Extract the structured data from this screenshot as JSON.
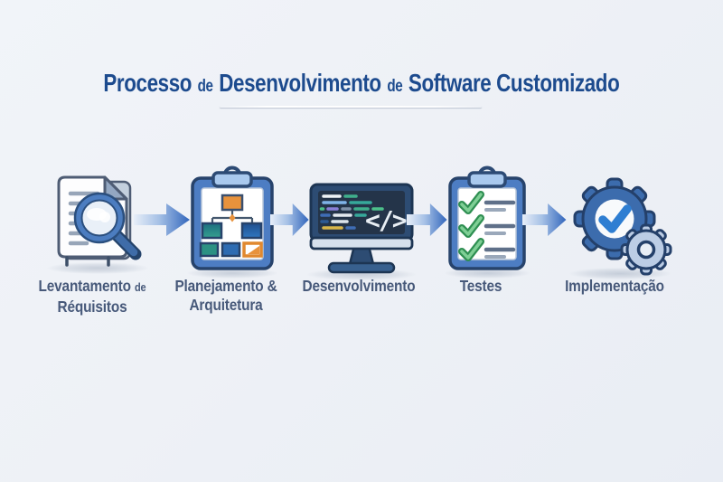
{
  "title": {
    "word1": "Processo",
    "de1": "de",
    "word2": "Desenvolvimento",
    "de2": "de",
    "word3": "Software Customizado",
    "full": "Processo de Desenvolvimento de Software Customizado",
    "color": "#1d4b8e"
  },
  "steps": [
    {
      "line1": "Levantamento",
      "de": "de",
      "line2": "Réquisitos",
      "icon": "document-magnifier-icon"
    },
    {
      "line1": "Planejamento &",
      "line2": "Arquitetura",
      "icon": "clipboard-flowchart-icon"
    },
    {
      "line1": "Desenvolvimento",
      "icon": "monitor-code-icon"
    },
    {
      "line1": "Testes",
      "icon": "clipboard-checklist-icon"
    },
    {
      "line1": "Implementação",
      "icon": "gears-checkmark-icon"
    }
  ],
  "icons": {
    "code_glyph": "</>"
  },
  "colors": {
    "title_blue": "#1d4b8e",
    "label_slate": "#47597a",
    "flow_arrow_blue": "#3266bc",
    "icon_outline_navy": "#24406a",
    "gear_blue": "#3c6cad",
    "clipboard_blue": "#4d7dc3",
    "clip_light_blue": "#a9c9ee",
    "flow_orange": "#e8923c",
    "flow_teal": "#2c9183",
    "flow_box_blue": "#2e6cb2",
    "check_green": "#2f8f52",
    "checkmark_bright_blue": "#2e7ed2",
    "screen_navy": "#243449",
    "background": "#eef1f6"
  }
}
